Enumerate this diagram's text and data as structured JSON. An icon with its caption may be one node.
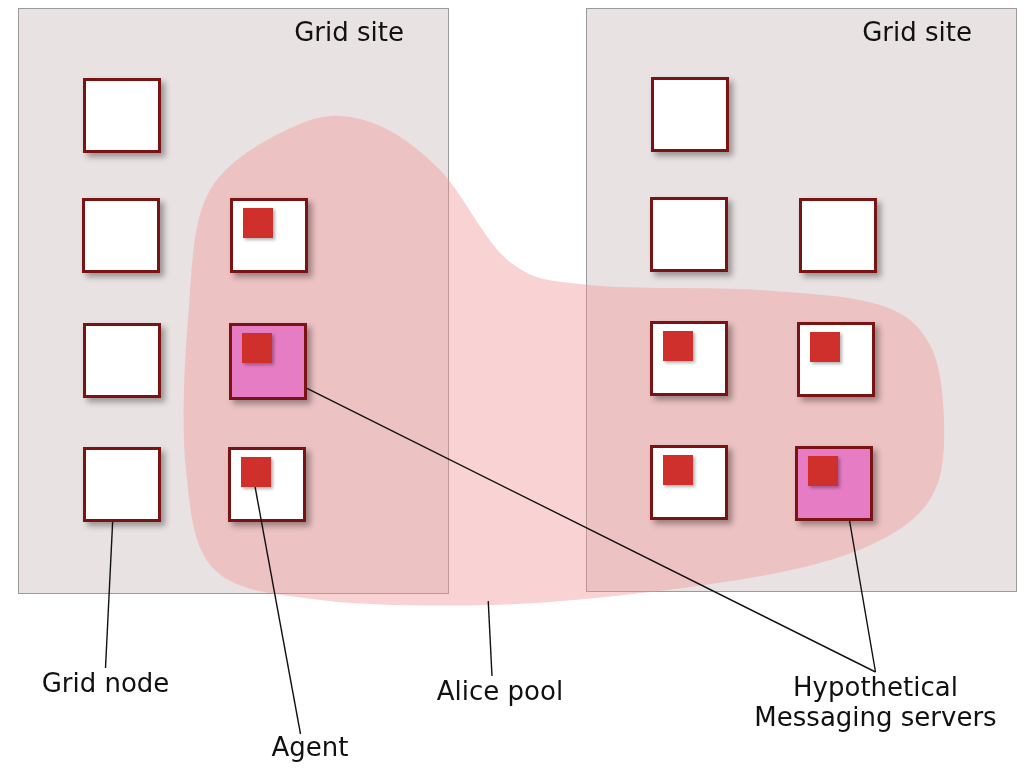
{
  "diagram": {
    "nodes": [
      {
        "text": [
          "Grid site"
        ]
      },
      {
        "text": [],
        "shape": "box",
        "in": 0
      },
      {
        "text": [],
        "shape": "box",
        "in": 0
      },
      {
        "text": [],
        "shape": "box"
      },
      {
        "text": [],
        "shape": "box",
        "in": 3
      },
      {
        "text": [],
        "shape": "box",
        "in": 0
      },
      {
        "text": [],
        "shape": "box"
      },
      {
        "text": [],
        "shape": "box",
        "in": 6
      },
      {
        "text": [],
        "shape": "box",
        "in": 0
      },
      {
        "text": [],
        "shape": "box"
      },
      {
        "text": [],
        "shape": "box",
        "in": 9
      },
      {
        "text": [
          "Grid site"
        ]
      },
      {
        "text": [],
        "shape": "box",
        "in": 11
      },
      {
        "text": [],
        "shape": "box",
        "in": 11
      },
      {
        "text": [],
        "shape": "box",
        "in": 11
      },
      {
        "text": [],
        "shape": "box"
      },
      {
        "text": [],
        "shape": "box",
        "in": 15
      },
      {
        "text": [],
        "shape": "box"
      },
      {
        "text": [],
        "shape": "box",
        "in": 17
      },
      {
        "text": [],
        "shape": "box"
      },
      {
        "text": [],
        "shape": "box",
        "in": 19
      },
      {
        "text": [],
        "shape": "box"
      },
      {
        "text": [],
        "shape": "box",
        "in": 21
      },
      {
        "text": [],
        "shape": "cloud"
      },
      {
        "text": [
          "Grid node"
        ]
      },
      {
        "text": [
          "Alice pool"
        ]
      },
      {
        "text": [
          "Hypothetical Messaging servers"
        ]
      },
      {
        "text": [
          "Agent"
        ]
      }
    ],
    "edges": [
      {
        "from": 24,
        "to": 8,
        "arrow": "none"
      },
      {
        "from": 27,
        "to": 10,
        "arrow": "none"
      },
      {
        "from": 25,
        "to": 23,
        "arrow": "none"
      },
      {
        "from": 26,
        "to": 6,
        "arrow": "none"
      },
      {
        "from": 26,
        "to": 21,
        "arrow": "none"
      }
    ]
  }
}
